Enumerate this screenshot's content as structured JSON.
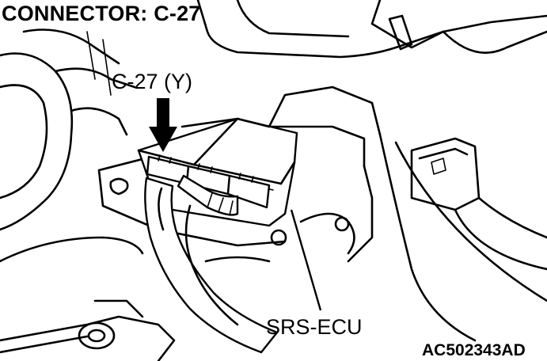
{
  "title": "CONNECTOR: C-27",
  "labels": {
    "connector": "C-27 (Y)",
    "component": "SRS-ECU"
  },
  "figure_code": "AC502343AD",
  "colors": {
    "ink": "#000000",
    "background": "#ffffff"
  },
  "icons": {
    "pointer": "down-arrow-icon"
  }
}
